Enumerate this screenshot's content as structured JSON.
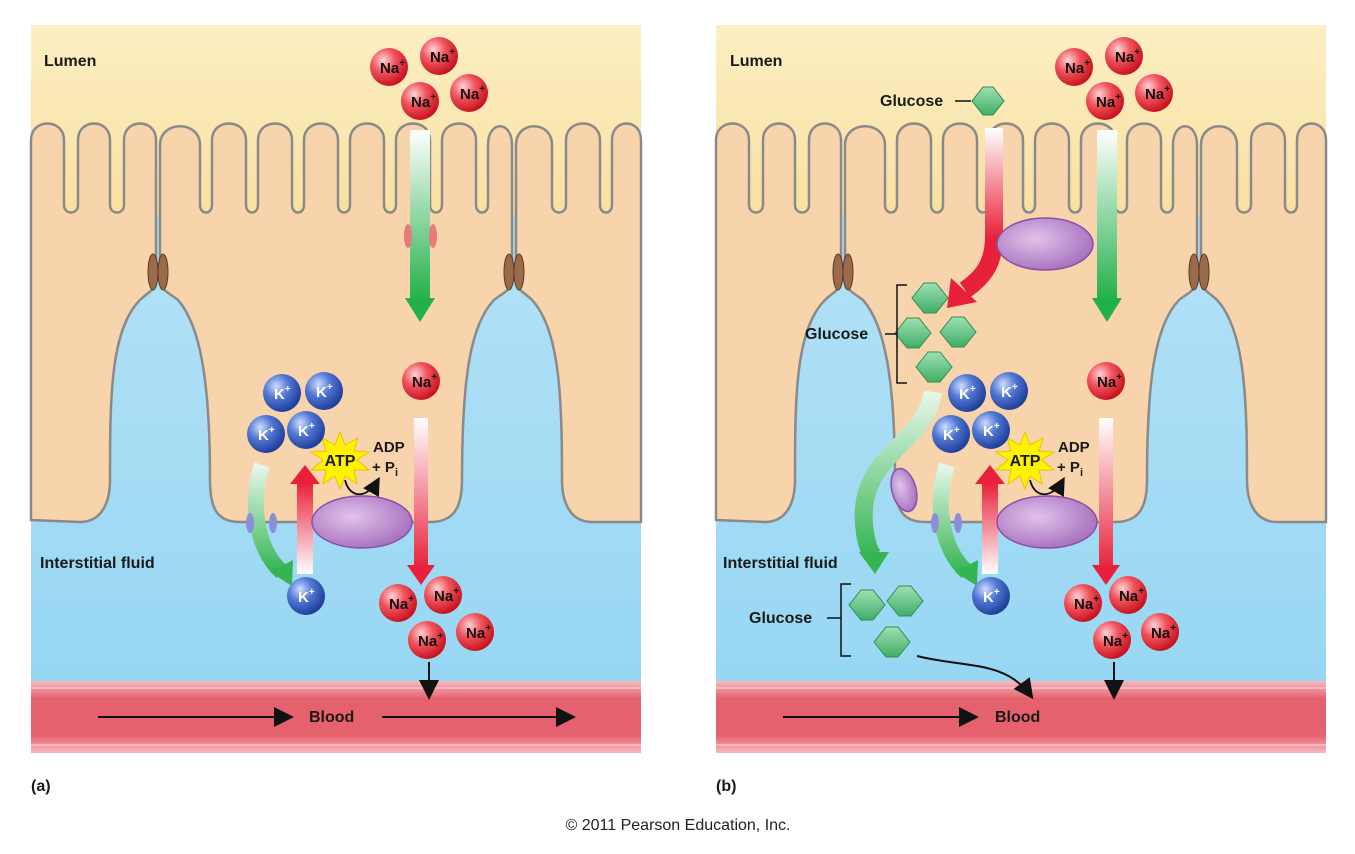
{
  "panel_a": {
    "lumen_label": "Lumen",
    "interstitial_label": "Interstitial fluid",
    "blood_label": "Blood",
    "panel_letter": "(a)",
    "atp": "ATP",
    "adp": "ADP",
    "pi": "+ P",
    "pi_sub": "i",
    "na": "Na",
    "k": "K",
    "plus": "+"
  },
  "panel_b": {
    "lumen_label": "Lumen",
    "interstitial_label": "Interstitial fluid",
    "blood_label": "Blood",
    "panel_letter": "(b)",
    "glucose_top": "Glucose",
    "glucose_mid": "Glucose",
    "glucose_bottom": "Glucose",
    "atp": "ATP",
    "adp": "ADP",
    "pi": "+ P",
    "pi_sub": "i"
  },
  "copyright": "© 2011 Pearson Education, Inc.",
  "colors": {
    "lumen": "#fbe9b4",
    "cell": "#f8d3ab",
    "interstitial": "#a6dcf5",
    "blood": "#e05a67",
    "sodium": "#e8343f",
    "potassium": "#3d64c2",
    "glucose": "#5cc27e",
    "pump": "#b582c9",
    "atp_burst": "#fff200",
    "na_arrow": "#2bb34a",
    "red_arrow": "#e8203a"
  }
}
